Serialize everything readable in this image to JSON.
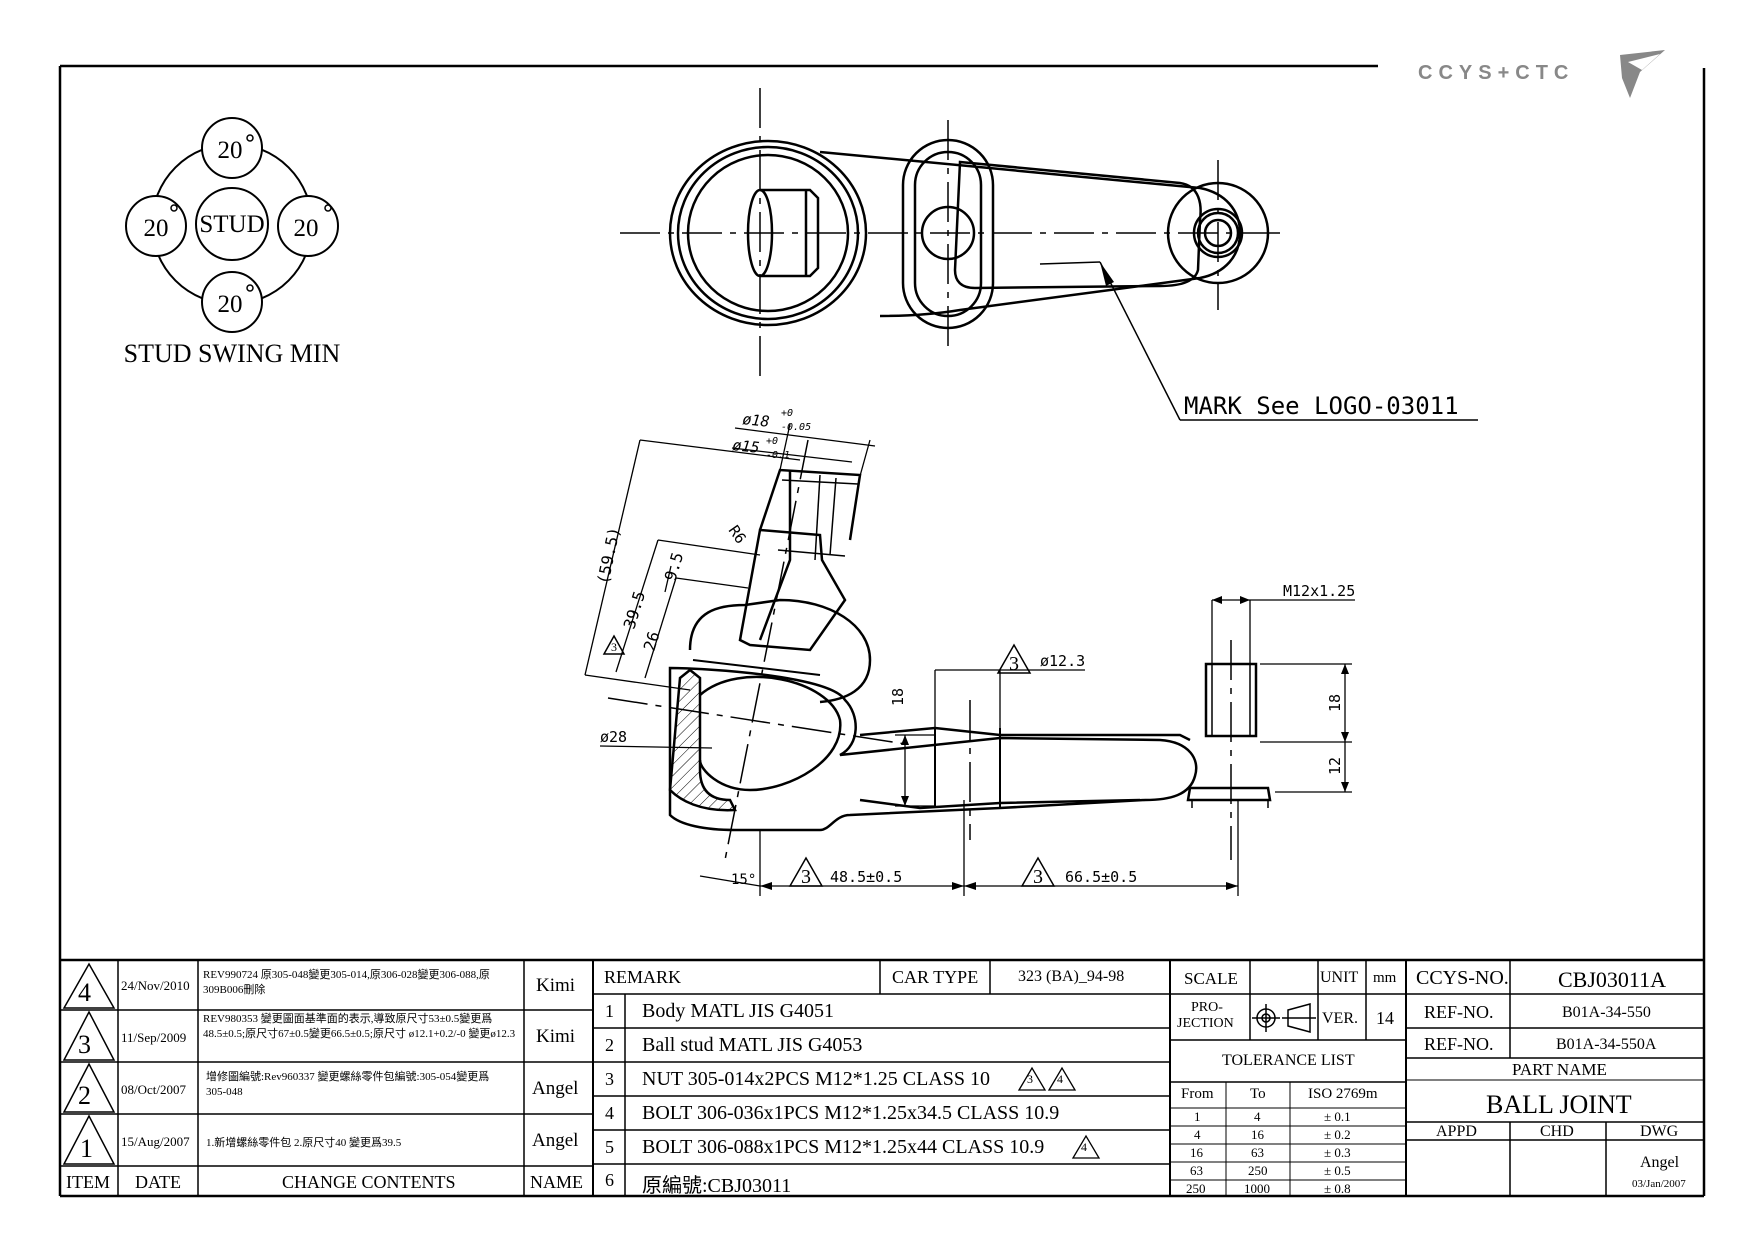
{
  "logo": {
    "text": "CCYS+CTC"
  },
  "stud_swing": {
    "center_label": "STUD",
    "angles": [
      "20",
      "20",
      "20",
      "20"
    ],
    "caption": "STUD SWING MIN"
  },
  "top_view": {
    "mark_note": "MARK See LOGO-03011"
  },
  "dimensions": {
    "d18": "ø18",
    "d18_tol_upper": "+0",
    "d18_tol_lower": "-0.05",
    "d15": "ø15",
    "d15_tol_upper": "+0",
    "d15_tol_lower": "-0.1",
    "r6": "R6",
    "len_59_5": "(59.5)",
    "len_39_5": "39.5",
    "len_26": "26",
    "len_9_5": "9.5",
    "d28": "ø28",
    "len_18_left": "18",
    "d12_3": "ø12.3",
    "thread": "M12x1.25",
    "len_18_right": "18",
    "len_12": "12",
    "angle_15": "15°",
    "len_48_5": "48.5±0.5",
    "len_66_5": "66.5±0.5",
    "rev_marker": "3",
    "rev_marker_39_5": "3"
  },
  "revisions": [
    {
      "rev": "4",
      "date": "24/Nov/2010",
      "content": "REV990724 原305-048變更305-014,原306-028變更306-088,原309B006刪除",
      "name": "Kimi"
    },
    {
      "rev": "3",
      "date": "11/Sep/2009",
      "content": "REV980353 變更圖面基準面的表示,導致原尺寸53±0.5變更爲48.5±0.5;原尺寸67±0.5變更66.5±0.5;原尺寸 ø12.1+0.2/-0 變更ø12.3",
      "name": "Kimi"
    },
    {
      "rev": "2",
      "date": "08/Oct/2007",
      "content": "增修圖編號:Rev960337 變更螺絲零件包編號:305-054變更爲305-048",
      "name": "Angel"
    },
    {
      "rev": "1",
      "date": "15/Aug/2007",
      "content": "1.新增螺絲零件包 2.原尺寸40 變更爲39.5",
      "name": "Angel"
    }
  ],
  "rev_headers": {
    "item": "ITEM",
    "date": "DATE",
    "content": "CHANGE CONTENTS",
    "name": "NAME"
  },
  "remark": {
    "header": "REMARK",
    "car_type_label": "CAR TYPE",
    "car_type": "323 (BA)_94-98",
    "items": [
      {
        "no": "1",
        "text": "Body MATL JIS G4051"
      },
      {
        "no": "2",
        "text": "Ball stud MATL JIS G4053"
      },
      {
        "no": "3",
        "text": "NUT 305-014x2PCS M12*1.25 CLASS 10",
        "markers": [
          "3",
          "4"
        ]
      },
      {
        "no": "4",
        "text": "BOLT 306-036x1PCS M12*1.25x34.5 CLASS 10.9"
      },
      {
        "no": "5",
        "text": "BOLT 306-088x1PCS M12*1.25x44 CLASS 10.9",
        "markers": [
          "4"
        ]
      },
      {
        "no": "6",
        "text": "原編號:CBJ03011"
      }
    ]
  },
  "scale_block": {
    "scale_label": "SCALE",
    "unit_label": "UNIT",
    "unit": "mm",
    "projection_label_1": "PRO-",
    "projection_label_2": "JECTION",
    "ver_label": "VER.",
    "ver": "14",
    "tolerance_title": "TOLERANCE LIST",
    "tol_headers": [
      "From",
      "To",
      "ISO 2769m"
    ],
    "tolerances": [
      [
        "1",
        "4",
        "± 0.1"
      ],
      [
        "4",
        "16",
        "± 0.2"
      ],
      [
        "16",
        "63",
        "± 0.3"
      ],
      [
        "63",
        "250",
        "± 0.5"
      ],
      [
        "250",
        "1000",
        "± 0.8"
      ]
    ]
  },
  "title_block": {
    "ccys_no_label": "CCYS-NO.",
    "ccys_no": "CBJ03011A",
    "ref_no_label_1": "REF-NO.",
    "ref_no_1": "B01A-34-550",
    "ref_no_label_2": "REF-NO.",
    "ref_no_2": "B01A-34-550A",
    "part_name_label": "PART NAME",
    "part_name": "BALL JOINT",
    "appd": "APPD",
    "chd": "CHD",
    "dwg": "DWG",
    "drawn_by": "Angel",
    "drawn_date": "03/Jan/2007"
  }
}
